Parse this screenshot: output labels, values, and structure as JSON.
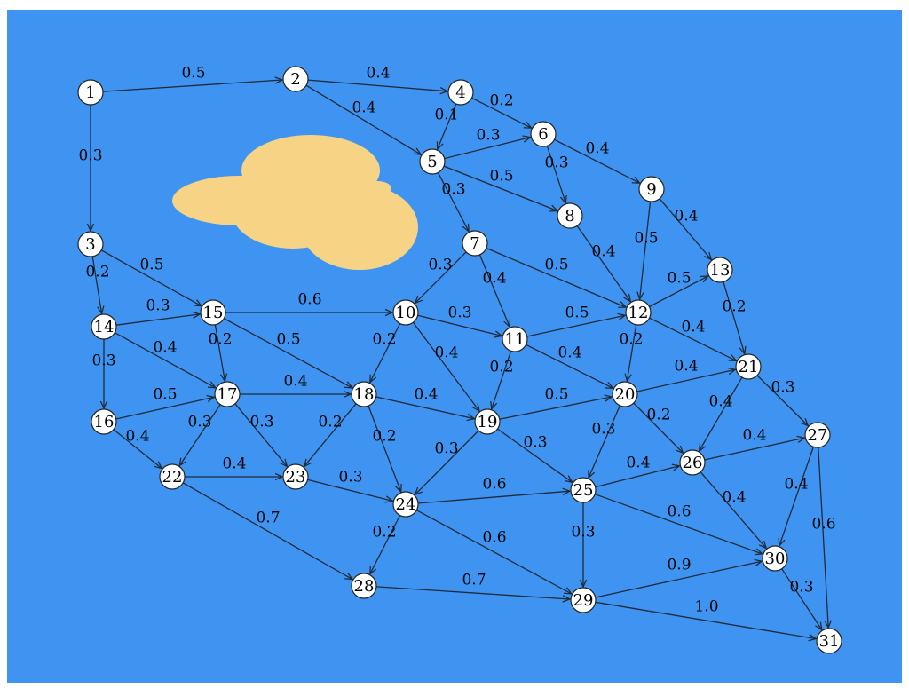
{
  "colors": {
    "background": "#ffffff",
    "panel": "#3f94f2",
    "node_fill": "#ffffff",
    "node_stroke": "#222222",
    "edge": "#1f2a3a",
    "cloud": "#f7d385"
  },
  "nodes": [
    {
      "id": "1"
    },
    {
      "id": "2"
    },
    {
      "id": "3"
    },
    {
      "id": "4"
    },
    {
      "id": "5"
    },
    {
      "id": "6"
    },
    {
      "id": "7"
    },
    {
      "id": "8"
    },
    {
      "id": "9"
    },
    {
      "id": "10"
    },
    {
      "id": "11"
    },
    {
      "id": "12"
    },
    {
      "id": "13"
    },
    {
      "id": "14"
    },
    {
      "id": "15"
    },
    {
      "id": "16"
    },
    {
      "id": "17"
    },
    {
      "id": "18"
    },
    {
      "id": "19"
    },
    {
      "id": "20"
    },
    {
      "id": "21"
    },
    {
      "id": "22"
    },
    {
      "id": "23"
    },
    {
      "id": "24"
    },
    {
      "id": "25"
    },
    {
      "id": "26"
    },
    {
      "id": "27"
    },
    {
      "id": "28"
    },
    {
      "id": "29"
    },
    {
      "id": "30"
    },
    {
      "id": "31"
    }
  ],
  "edges": [
    {
      "from": "1",
      "to": "2",
      "label": "0.5"
    },
    {
      "from": "1",
      "to": "3",
      "label": "0.3"
    },
    {
      "from": "2",
      "to": "4",
      "label": "0.4"
    },
    {
      "from": "2",
      "to": "5",
      "label": "0.4"
    },
    {
      "from": "4",
      "to": "5",
      "label": "0.1"
    },
    {
      "from": "4",
      "to": "6",
      "label": "0.2"
    },
    {
      "from": "5",
      "to": "6",
      "label": "0.3"
    },
    {
      "from": "5",
      "to": "8",
      "label": "0.5"
    },
    {
      "from": "5",
      "to": "7",
      "label": "0.3"
    },
    {
      "from": "6",
      "to": "8",
      "label": "0.3"
    },
    {
      "from": "6",
      "to": "9",
      "label": "0.4"
    },
    {
      "from": "9",
      "to": "12",
      "label": "0.5"
    },
    {
      "from": "9",
      "to": "13",
      "label": "0.4"
    },
    {
      "from": "8",
      "to": "12",
      "label": "0.4"
    },
    {
      "from": "7",
      "to": "10",
      "label": "0.3"
    },
    {
      "from": "7",
      "to": "11",
      "label": "0.4"
    },
    {
      "from": "7",
      "to": "12",
      "label": "0.5"
    },
    {
      "from": "3",
      "to": "14",
      "label": "0.2"
    },
    {
      "from": "3",
      "to": "15",
      "label": "0.5"
    },
    {
      "from": "14",
      "to": "15",
      "label": "0.3"
    },
    {
      "from": "14",
      "to": "17",
      "label": "0.4"
    },
    {
      "from": "14",
      "to": "16",
      "label": "0.3"
    },
    {
      "from": "15",
      "to": "10",
      "label": "0.6"
    },
    {
      "from": "15",
      "to": "17",
      "label": "0.2"
    },
    {
      "from": "15",
      "to": "18",
      "label": "0.5"
    },
    {
      "from": "10",
      "to": "11",
      "label": "0.3"
    },
    {
      "from": "10",
      "to": "18",
      "label": "0.2"
    },
    {
      "from": "10",
      "to": "19",
      "label": "0.4"
    },
    {
      "from": "11",
      "to": "12",
      "label": "0.5"
    },
    {
      "from": "11",
      "to": "19",
      "label": "0.2"
    },
    {
      "from": "11",
      "to": "20",
      "label": "0.4"
    },
    {
      "from": "12",
      "to": "13",
      "label": "0.5"
    },
    {
      "from": "12",
      "to": "20",
      "label": "0.2"
    },
    {
      "from": "12",
      "to": "21",
      "label": "0.4"
    },
    {
      "from": "13",
      "to": "21",
      "label": "0.2"
    },
    {
      "from": "16",
      "to": "17",
      "label": "0.5"
    },
    {
      "from": "16",
      "to": "22",
      "label": "0.4"
    },
    {
      "from": "17",
      "to": "18",
      "label": "0.4"
    },
    {
      "from": "17",
      "to": "22",
      "label": "0.3"
    },
    {
      "from": "17",
      "to": "23",
      "label": "0.3"
    },
    {
      "from": "18",
      "to": "19",
      "label": "0.4"
    },
    {
      "from": "18",
      "to": "23",
      "label": "0.2"
    },
    {
      "from": "18",
      "to": "24",
      "label": "0.2"
    },
    {
      "from": "19",
      "to": "20",
      "label": "0.5"
    },
    {
      "from": "19",
      "to": "24",
      "label": "0.3"
    },
    {
      "from": "19",
      "to": "25",
      "label": "0.3"
    },
    {
      "from": "20",
      "to": "21",
      "label": "0.4"
    },
    {
      "from": "20",
      "to": "25",
      "label": "0.3"
    },
    {
      "from": "20",
      "to": "26",
      "label": "0.2"
    },
    {
      "from": "21",
      "to": "26",
      "label": "0.4"
    },
    {
      "from": "21",
      "to": "27",
      "label": "0.3"
    },
    {
      "from": "22",
      "to": "23",
      "label": "0.4"
    },
    {
      "from": "22",
      "to": "28",
      "label": "0.7"
    },
    {
      "from": "23",
      "to": "24",
      "label": "0.3"
    },
    {
      "from": "24",
      "to": "25",
      "label": "0.6"
    },
    {
      "from": "24",
      "to": "28",
      "label": "0.2"
    },
    {
      "from": "24",
      "to": "29",
      "label": "0.6"
    },
    {
      "from": "25",
      "to": "26",
      "label": "0.4"
    },
    {
      "from": "25",
      "to": "29",
      "label": "0.3"
    },
    {
      "from": "25",
      "to": "30",
      "label": "0.6"
    },
    {
      "from": "26",
      "to": "27",
      "label": "0.4"
    },
    {
      "from": "26",
      "to": "30",
      "label": "0.4"
    },
    {
      "from": "27",
      "to": "30",
      "label": "0.4"
    },
    {
      "from": "27",
      "to": "31",
      "label": "0.6"
    },
    {
      "from": "28",
      "to": "29",
      "label": "0.7"
    },
    {
      "from": "29",
      "to": "30",
      "label": "0.9"
    },
    {
      "from": "29",
      "to": "31",
      "label": "1.0"
    },
    {
      "from": "30",
      "to": "31",
      "label": "0.3"
    }
  ]
}
